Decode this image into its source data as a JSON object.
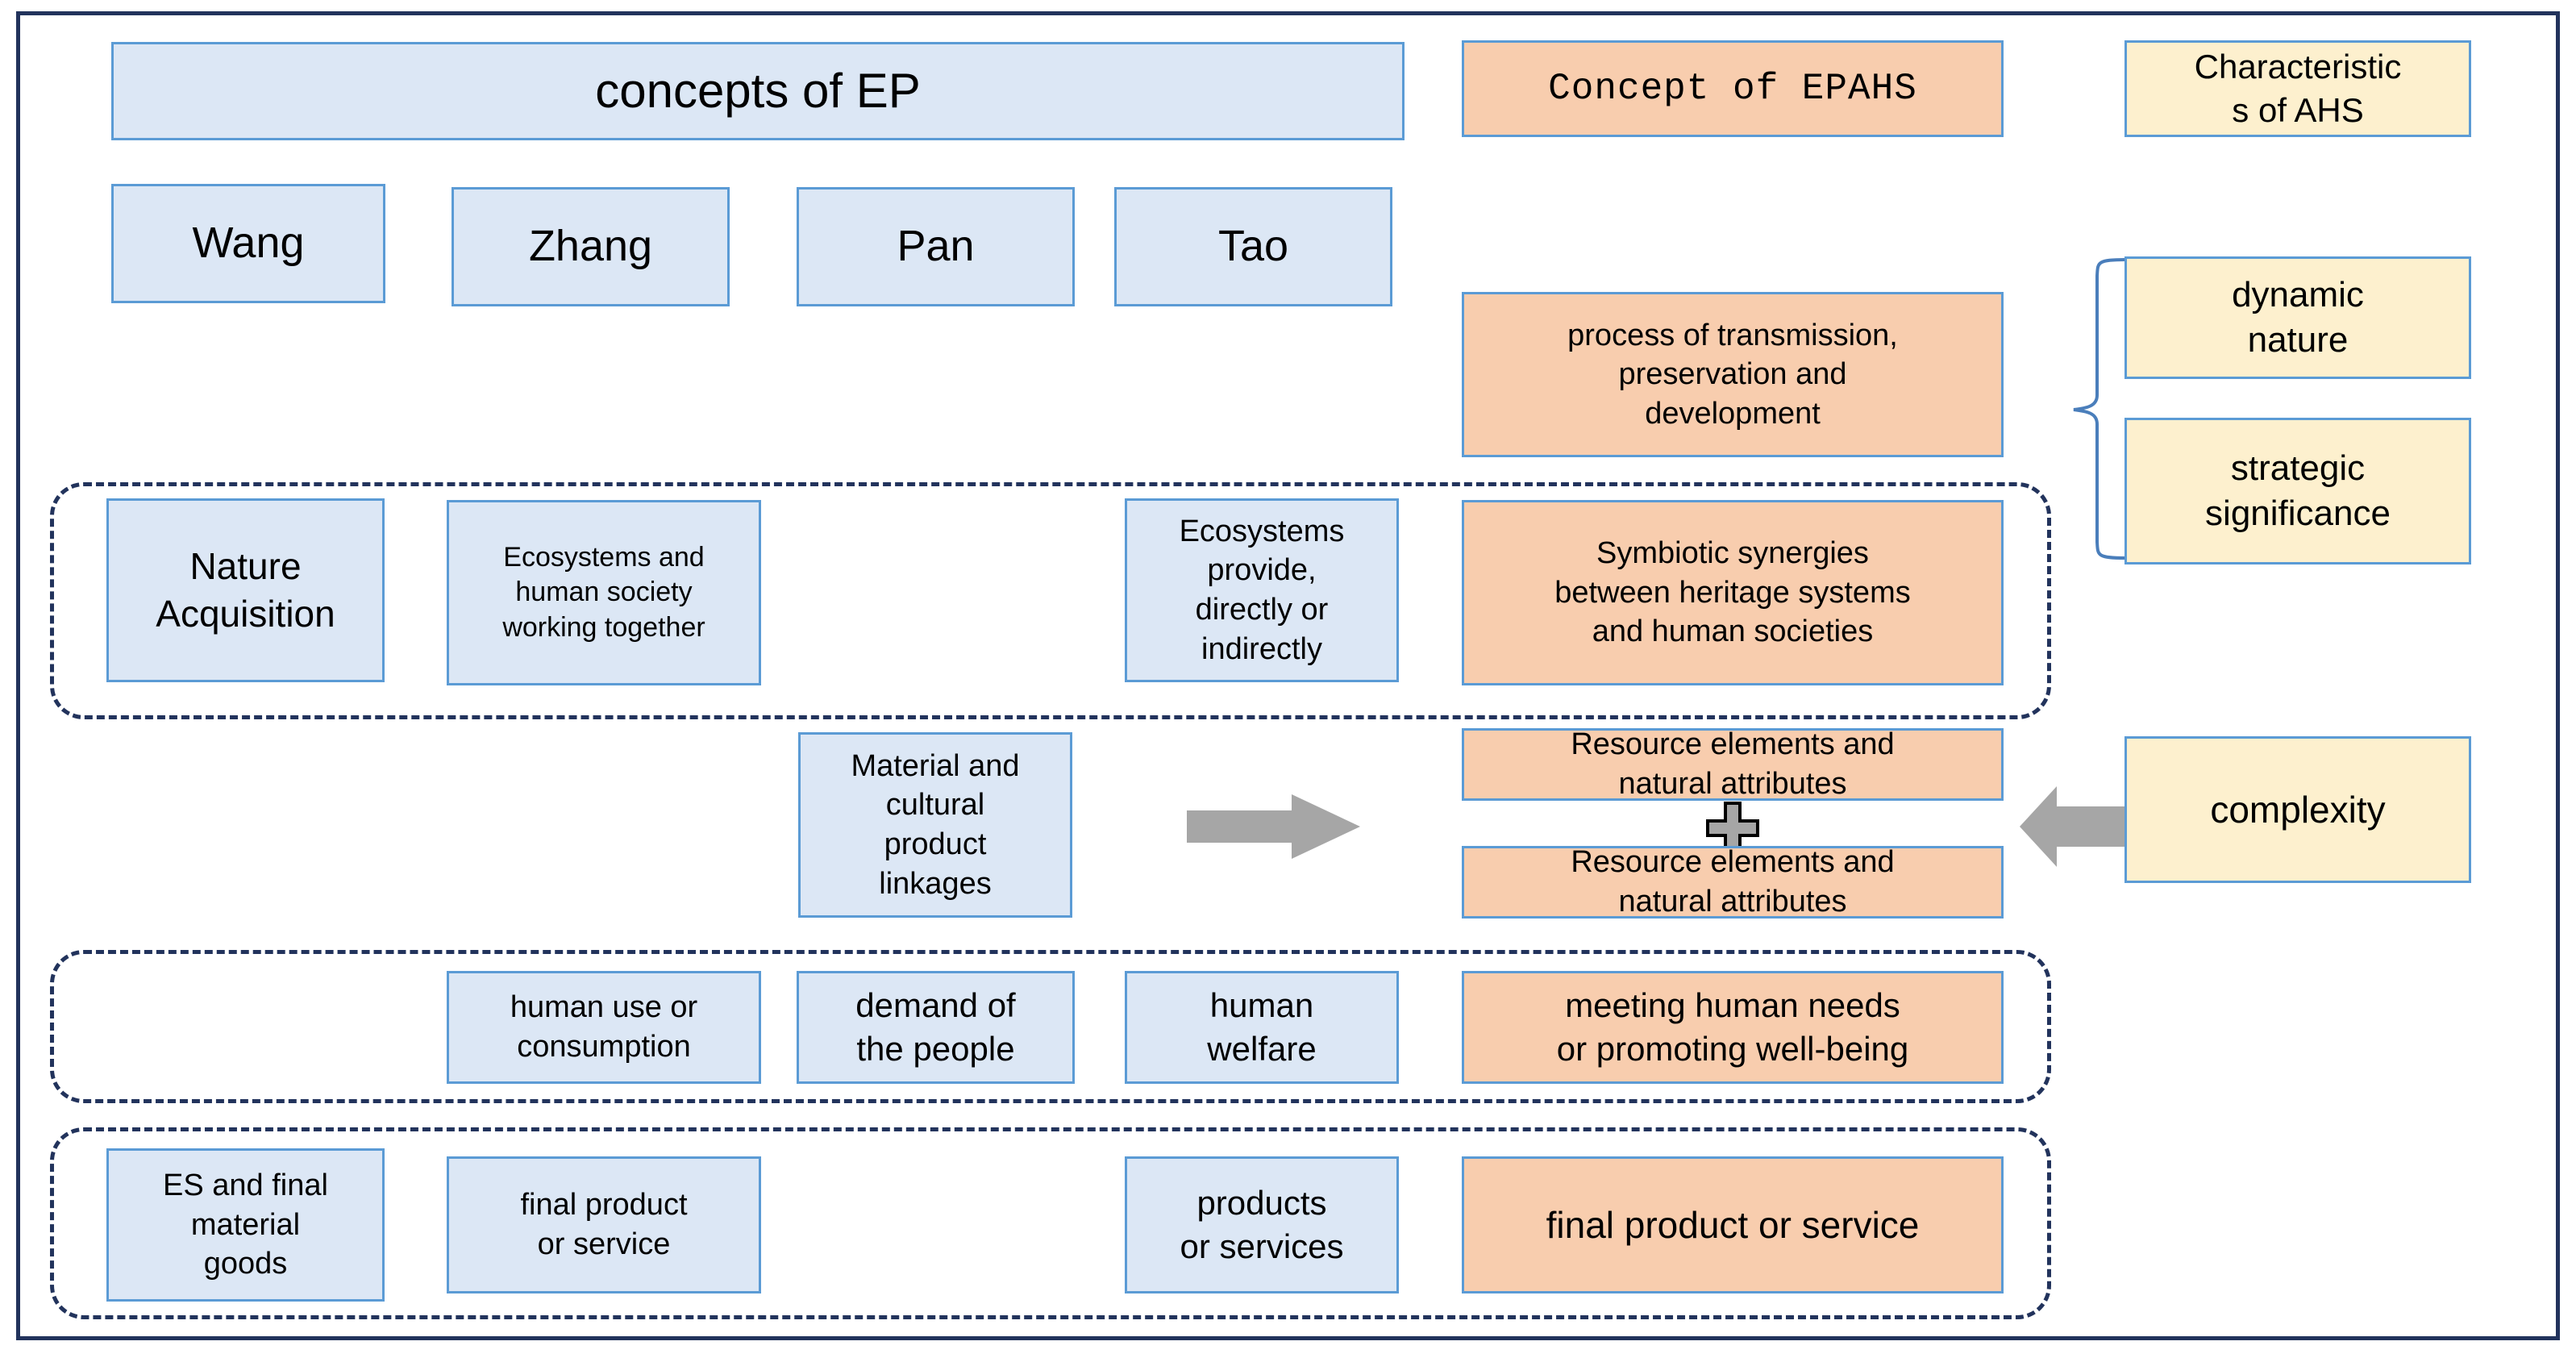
{
  "diagram": {
    "title_columns": {
      "concepts_of_ep": "concepts of EP",
      "concept_of_epahs": "Concept of EPAHS",
      "characteristics_of_ahs": "Characteristic\ns of AHS"
    },
    "authors": [
      {
        "label": "Wang"
      },
      {
        "label": "Zhang"
      },
      {
        "label": "Pan"
      },
      {
        "label": "Tao"
      }
    ],
    "process_box": "process of transmission,\npreservation and\ndevelopment",
    "brace_targets": [
      {
        "label": "dynamic\nnature"
      },
      {
        "label": "strategic\nsignificance"
      }
    ],
    "row_nature": {
      "nature_acquisition": "Nature\nAcquisition",
      "ecosystems_human_society": "Ecosystems and\nhuman society\nworking together",
      "ecosystems_provide": "Ecosystems\nprovide,\ndirectly or\nindirectly",
      "symbiotic_synergies": "Symbiotic synergies\nbetween heritage systems\nand human societies"
    },
    "row_resource": {
      "material_cultural": "Material and\ncultural\nproduct\nlinkages",
      "resource_top": "Resource elements and\nnatural attributes",
      "resource_bottom": "Resource elements and\nnatural attributes",
      "complexity": "complexity",
      "plus_symbol": "+"
    },
    "row_welfare": {
      "human_use": "human use or\nconsumption",
      "demand_people": "demand of\nthe people",
      "human_welfare": "human\nwelfare",
      "meeting_needs": "meeting human needs\nor promoting well-being"
    },
    "row_product": {
      "es_final_goods": "ES and final\nmaterial\ngoods",
      "final_product_service": "final product\nor service",
      "products_services": "products\nor services",
      "final_product_or_service": "final product or service"
    },
    "icons": {
      "arrow_right": "arrow-right-icon",
      "arrow_left": "arrow-left-icon",
      "plus": "plus-icon",
      "brace": "curly-brace-icon"
    },
    "colors": {
      "blue_fill": "#DCE7F5",
      "orange_fill": "#F8CDAE",
      "yellow_fill": "#FDF0CE",
      "box_border": "#5B9BD5",
      "frame_border": "#22335C",
      "arrow_gray": "#A6A6A6",
      "dashed_border": "#22335C"
    }
  }
}
